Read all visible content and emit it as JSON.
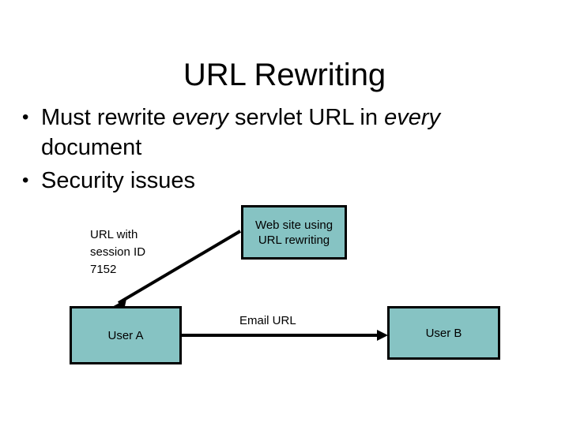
{
  "slide": {
    "title": "URL Rewriting",
    "background_color": "#ffffff",
    "text_color": "#000000"
  },
  "bullets": [
    {
      "marker": "•",
      "text_plain": "Must rewrite every servlet URL in every document",
      "segments": [
        {
          "text": "Must rewrite ",
          "italic": false
        },
        {
          "text": "every",
          "italic": true
        },
        {
          "text": " servlet URL in ",
          "italic": false
        },
        {
          "text": "every",
          "italic": true
        },
        {
          "text": " document",
          "italic": false
        }
      ]
    },
    {
      "marker": "•",
      "text_plain": "Security issues",
      "segments": [
        {
          "text": "Security issues",
          "italic": false
        }
      ]
    }
  ],
  "diagram": {
    "fill_color": "#86c3c3",
    "border_color": "#000000",
    "nodes": [
      {
        "id": "website",
        "label": "Web site using\nURL rewriting"
      },
      {
        "id": "user-a",
        "label": "User A"
      },
      {
        "id": "user-b",
        "label": "User B"
      }
    ],
    "labels": [
      {
        "id": "session",
        "text": "URL with\nsession ID\n7152"
      },
      {
        "id": "email",
        "text": "Email URL"
      }
    ],
    "arrows": [
      {
        "id": "session-arrow",
        "from": "website",
        "to": "user-a",
        "direction": "down-left"
      },
      {
        "id": "email-arrow",
        "from": "user-a",
        "to": "user-b",
        "direction": "right"
      }
    ]
  }
}
